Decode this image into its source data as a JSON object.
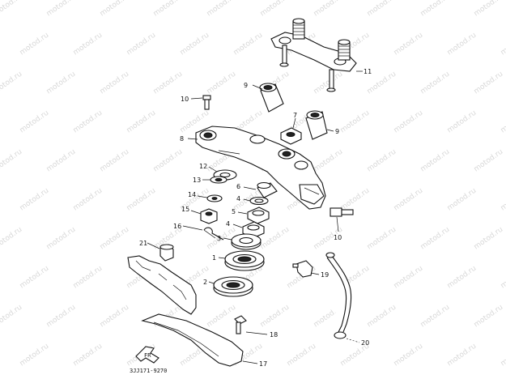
{
  "watermark": "motod.ru",
  "diagram_code": "3JJ171-9270",
  "callouts": {
    "c1": "1",
    "c2": "2",
    "c3": "3",
    "c4a": "4",
    "c4b": "4",
    "c5": "5",
    "c6": "6",
    "c7": "7",
    "c8": "8",
    "c9a": "9",
    "c9b": "9",
    "c10a": "10",
    "c10b": "10",
    "c11": "11",
    "c12": "12",
    "c13": "13",
    "c14": "14",
    "c15": "15",
    "c16": "16",
    "c17": "17",
    "c18": "18",
    "c19": "19",
    "c20": "20",
    "c21": "21"
  },
  "front_arrow": "FR"
}
